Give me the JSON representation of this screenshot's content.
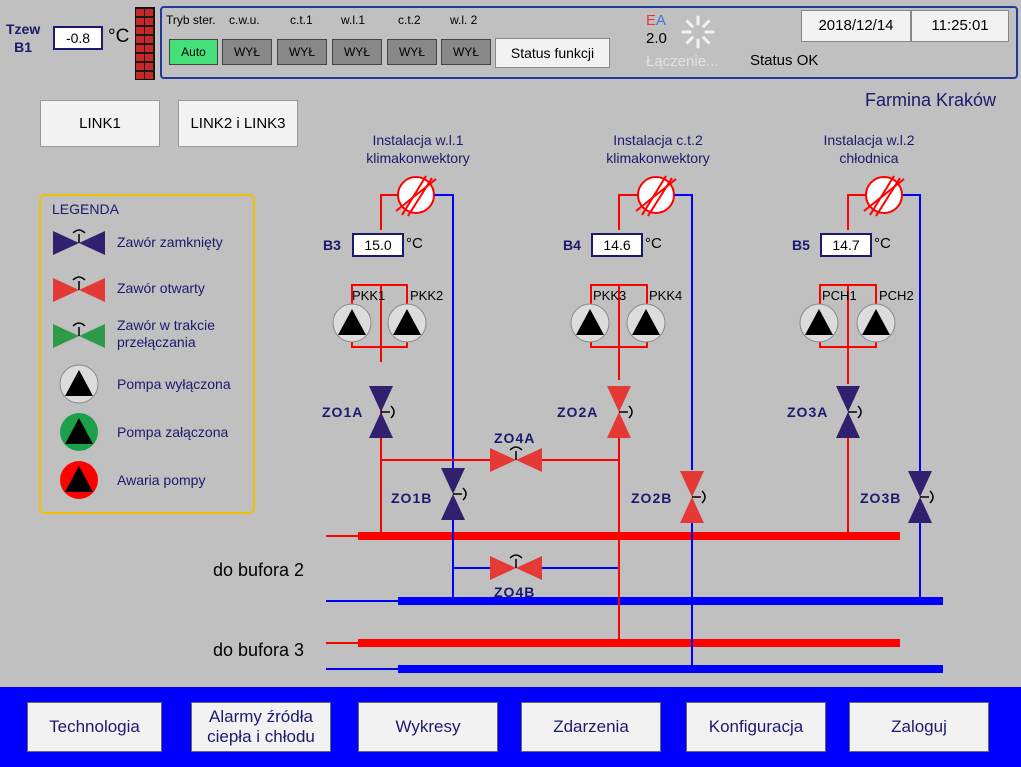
{
  "tzew": {
    "label_top": "Tzew",
    "label_bottom": "B1",
    "value": "-0.8",
    "unit": "°C"
  },
  "mode": {
    "title": "Tryb ster.",
    "columns": [
      "c.w.u.",
      "c.t.1",
      "w.l.1",
      "c.t.2",
      "w.l. 2"
    ],
    "buttons": [
      "Auto",
      "WYŁ",
      "WYŁ",
      "WYŁ",
      "WYŁ",
      "WYŁ"
    ],
    "status_function": "Status funkcji"
  },
  "comm": {
    "e": "E",
    "a": "A",
    "version": "2.0",
    "connecting": "Łączenie...",
    "status": "Status OK"
  },
  "date": "2018/12/14",
  "time": "11:25:01",
  "site_name": "Farmina Kraków",
  "links": [
    "LINK1",
    "LINK2 i LINK3"
  ],
  "legend": {
    "title": "LEGENDA",
    "items": [
      "Zawór zamknięty",
      "Zawór otwarty",
      "Zawór w trakcie przełączania",
      "Pompa wyłączona",
      "Pompa załączona",
      "Awaria pompy"
    ]
  },
  "installations": [
    {
      "line1": "Instalacja w.l.1",
      "line2": "klimakonwektory",
      "sensor": "B3",
      "temp": "15.0",
      "unit": "°C",
      "pumps": [
        "PKK1",
        "PKK2"
      ],
      "valve": "ZO1A"
    },
    {
      "line1": "Instalacja c.t.2",
      "line2": "klimakonwektory",
      "sensor": "B4",
      "temp": "14.6",
      "unit": "°C",
      "pumps": [
        "PKK3",
        "PKK4"
      ],
      "valve": "ZO2A"
    },
    {
      "line1": "Instalacja w.l.2",
      "line2": "chłodnica",
      "sensor": "B5",
      "temp": "14.7",
      "unit": "°C",
      "pumps": [
        "PCH1",
        "PCH2"
      ],
      "valve": "ZO3A"
    }
  ],
  "valves": {
    "zo4a": "ZO4A",
    "zo4b": "ZO4B",
    "zo1b": "ZO1B",
    "zo2b": "ZO2B",
    "zo3b": "ZO3B"
  },
  "buffers": [
    "do bufora 2",
    "do bufora 3"
  ],
  "nav": [
    "Technologia",
    "Alarmy źródła\nciepła i chłodu",
    "Wykresy",
    "Zdarzenia",
    "Konfiguracja",
    "Zaloguj"
  ],
  "colors": {
    "supply": "#ff0000",
    "return": "#0000ff",
    "valve_closed": "#30206e",
    "valve_open": "#e53935",
    "valve_switching": "#2e9a4a",
    "pump_off": "#dcdcdc",
    "pump_on": "#1ca04a",
    "pump_fault": "#ff0000",
    "footer": "#0000ff"
  }
}
